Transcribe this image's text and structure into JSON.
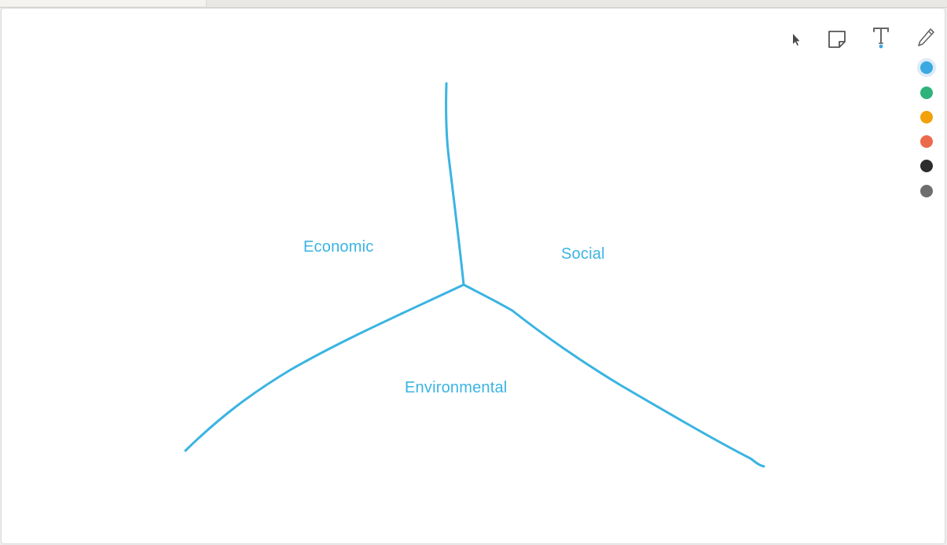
{
  "canvas": {
    "stroke_color": "#3ab4e2"
  },
  "labels": {
    "economic": "Economic",
    "social": "Social",
    "environmental": "Environmental"
  },
  "toolbar": {
    "tools": [
      {
        "name": "pointer",
        "icon": "cursor-arrow-icon"
      },
      {
        "name": "sticky-note",
        "icon": "sticky-note-icon"
      },
      {
        "name": "text",
        "icon": "text-tool-icon"
      },
      {
        "name": "pen",
        "icon": "pencil-icon"
      }
    ],
    "colors": [
      {
        "hex": "#3aa9e1",
        "selected": true
      },
      {
        "hex": "#2fb27c",
        "selected": false
      },
      {
        "hex": "#f2a10a",
        "selected": false
      },
      {
        "hex": "#ec6a4c",
        "selected": false
      },
      {
        "hex": "#2c2c2c",
        "selected": false
      },
      {
        "hex": "#6e6e6e",
        "selected": false
      }
    ]
  }
}
